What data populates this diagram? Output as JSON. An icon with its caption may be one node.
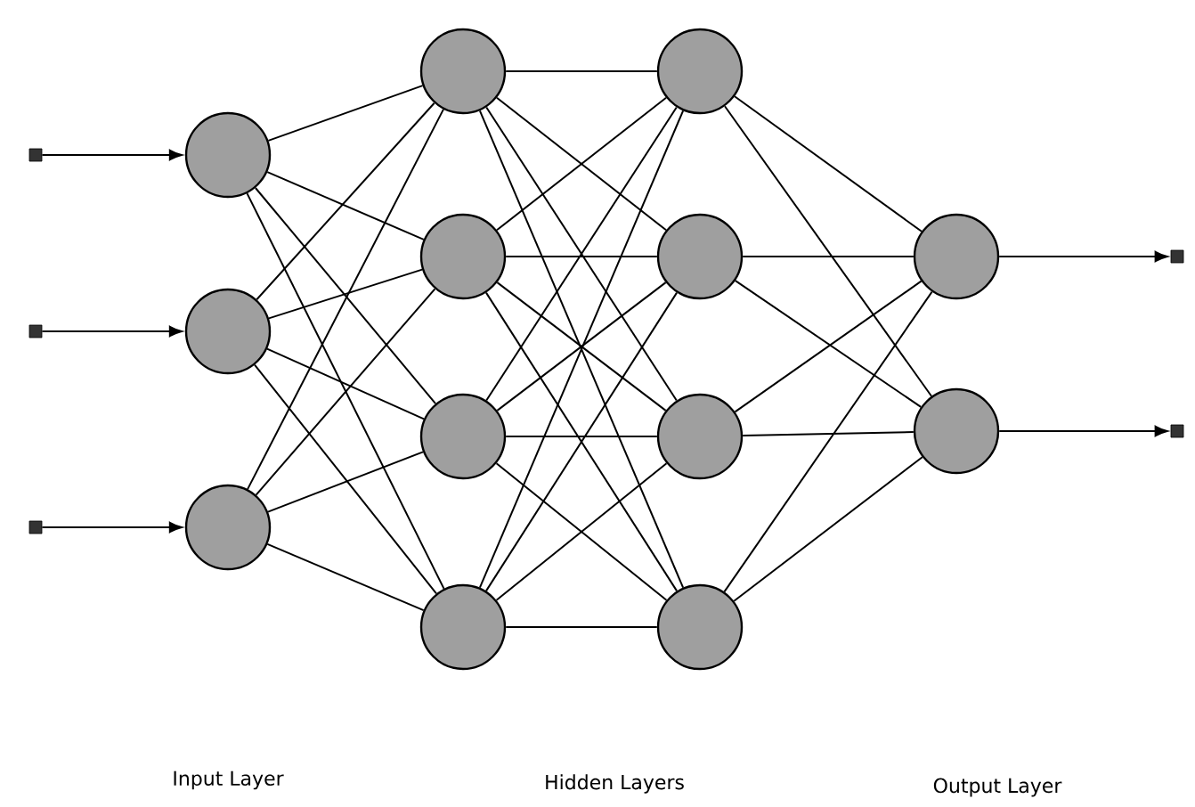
{
  "diagram": {
    "nodes": [
      {
        "text": [],
        "shape": "box"
      },
      {
        "text": [],
        "shape": "box"
      },
      {
        "text": [],
        "shape": "box"
      },
      {
        "text": [],
        "shape": "circle"
      },
      {
        "text": [],
        "shape": "circle"
      },
      {
        "text": [],
        "shape": "circle"
      },
      {
        "text": [],
        "shape": "circle"
      },
      {
        "text": [],
        "shape": "circle"
      },
      {
        "text": [],
        "shape": "circle"
      },
      {
        "text": [],
        "shape": "circle"
      },
      {
        "text": [],
        "shape": "circle"
      },
      {
        "text": [],
        "shape": "circle"
      },
      {
        "text": [],
        "shape": "circle"
      },
      {
        "text": [],
        "shape": "circle"
      },
      {
        "text": [],
        "shape": "circle"
      },
      {
        "text": [],
        "shape": "circle"
      },
      {
        "text": [],
        "shape": "box"
      },
      {
        "text": [],
        "shape": "box"
      }
    ],
    "edges": [
      {
        "from": 0,
        "to": 3,
        "arrow": "to"
      },
      {
        "from": 1,
        "to": 4,
        "arrow": "to"
      },
      {
        "from": 2,
        "to": 5,
        "arrow": "to"
      },
      {
        "from": 3,
        "to": 6,
        "arrow": "none"
      },
      {
        "from": 3,
        "to": 7,
        "arrow": "none"
      },
      {
        "from": 3,
        "to": 8,
        "arrow": "none"
      },
      {
        "from": 3,
        "to": 9,
        "arrow": "none"
      },
      {
        "from": 4,
        "to": 6,
        "arrow": "none"
      },
      {
        "from": 4,
        "to": 7,
        "arrow": "none"
      },
      {
        "from": 4,
        "to": 8,
        "arrow": "none"
      },
      {
        "from": 4,
        "to": 9,
        "arrow": "none"
      },
      {
        "from": 5,
        "to": 6,
        "arrow": "none"
      },
      {
        "from": 5,
        "to": 7,
        "arrow": "none"
      },
      {
        "from": 5,
        "to": 8,
        "arrow": "none"
      },
      {
        "from": 5,
        "to": 9,
        "arrow": "none"
      },
      {
        "from": 6,
        "to": 10,
        "arrow": "none"
      },
      {
        "from": 6,
        "to": 11,
        "arrow": "none"
      },
      {
        "from": 6,
        "to": 12,
        "arrow": "none"
      },
      {
        "from": 6,
        "to": 13,
        "arrow": "none"
      },
      {
        "from": 7,
        "to": 10,
        "arrow": "none"
      },
      {
        "from": 7,
        "to": 11,
        "arrow": "none"
      },
      {
        "from": 7,
        "to": 12,
        "arrow": "none"
      },
      {
        "from": 7,
        "to": 13,
        "arrow": "none"
      },
      {
        "from": 8,
        "to": 10,
        "arrow": "none"
      },
      {
        "from": 8,
        "to": 11,
        "arrow": "none"
      },
      {
        "from": 8,
        "to": 12,
        "arrow": "none"
      },
      {
        "from": 8,
        "to": 13,
        "arrow": "none"
      },
      {
        "from": 9,
        "to": 10,
        "arrow": "none"
      },
      {
        "from": 9,
        "to": 11,
        "arrow": "none"
      },
      {
        "from": 9,
        "to": 12,
        "arrow": "none"
      },
      {
        "from": 9,
        "to": 13,
        "arrow": "none"
      },
      {
        "from": 10,
        "to": 14,
        "arrow": "none"
      },
      {
        "from": 10,
        "to": 15,
        "arrow": "none"
      },
      {
        "from": 11,
        "to": 14,
        "arrow": "none"
      },
      {
        "from": 11,
        "to": 15,
        "arrow": "none"
      },
      {
        "from": 12,
        "to": 14,
        "arrow": "none"
      },
      {
        "from": 12,
        "to": 15,
        "arrow": "none"
      },
      {
        "from": 13,
        "to": 14,
        "arrow": "none"
      },
      {
        "from": 13,
        "to": 15,
        "arrow": "none"
      },
      {
        "from": 14,
        "to": 16,
        "arrow": "to"
      },
      {
        "from": 15,
        "to": 17,
        "arrow": "to"
      }
    ],
    "labels": [
      "Input Layer",
      "Hidden Layers",
      "Output Layer"
    ]
  }
}
